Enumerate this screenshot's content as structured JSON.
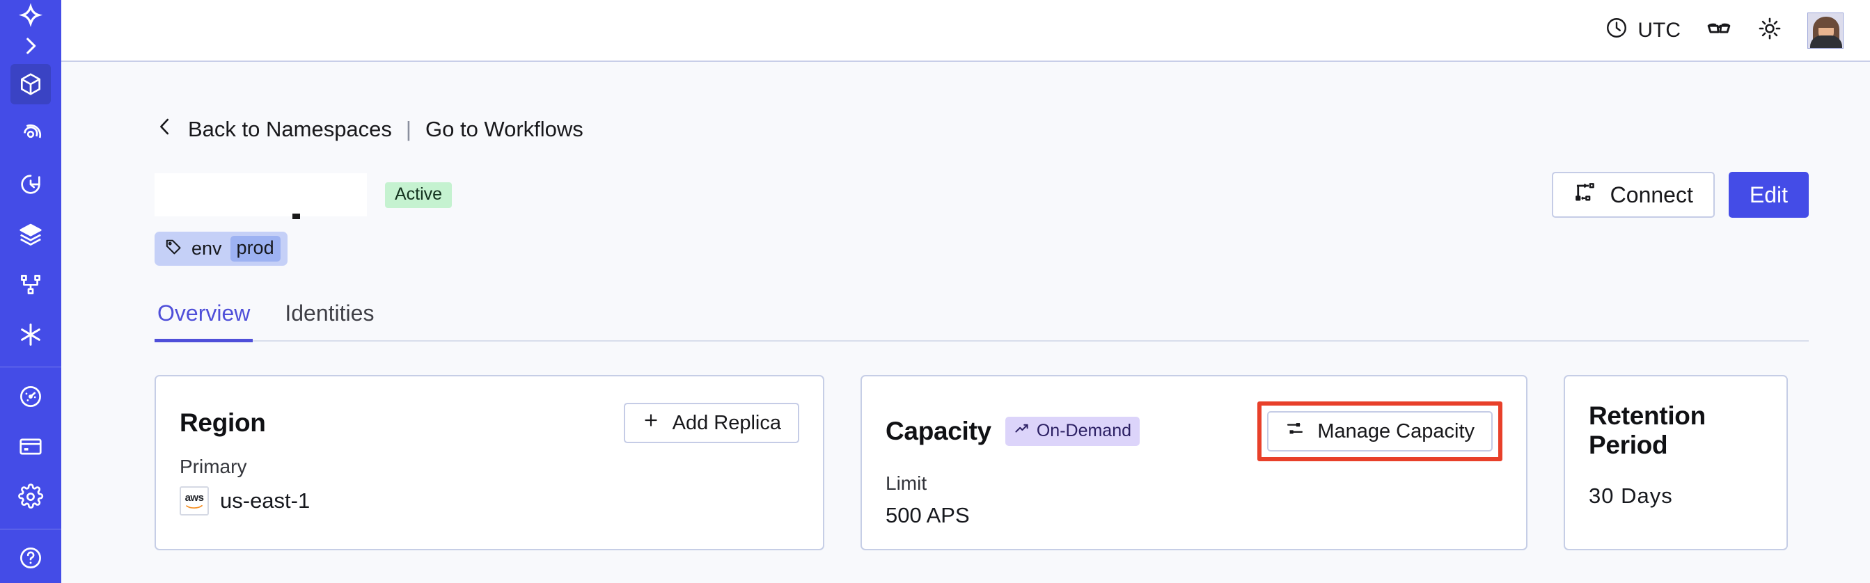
{
  "sidebar": {
    "logo_icon": "temporal-logo-icon",
    "expand_icon": "chevron-right-icon",
    "items": [
      {
        "name": "namespaces",
        "icon": "cube-icon",
        "active": true
      },
      {
        "name": "observability",
        "icon": "eye-spiral-icon",
        "active": false
      },
      {
        "name": "schedules",
        "icon": "clock-arrow-icon",
        "active": false
      },
      {
        "name": "batch-operations",
        "icon": "layers-icon",
        "active": false
      },
      {
        "name": "workflows",
        "icon": "git-branch-icon",
        "active": false
      },
      {
        "name": "nexus",
        "icon": "asterisk-icon",
        "active": false
      }
    ],
    "items_lower": [
      {
        "name": "usage",
        "icon": "gauge-icon",
        "active": false
      },
      {
        "name": "billing",
        "icon": "credit-card-icon",
        "active": false
      },
      {
        "name": "settings",
        "icon": "gear-icon",
        "active": false
      }
    ]
  },
  "topbar": {
    "timezone_label": "UTC",
    "timezone_icon": "clock-icon",
    "glasses_icon": "glasses-icon",
    "theme_icon": "sun-icon",
    "avatar_icon": "user-avatar"
  },
  "breadcrumb": {
    "back_icon": "chevron-left-icon",
    "back_label": "Back to Namespaces",
    "separator": "|",
    "forward_label": "Go to Workflows"
  },
  "header": {
    "namespace_name": "",
    "status_badge": "Active",
    "tag": {
      "icon": "tag-icon",
      "key": "env",
      "value": "prod"
    },
    "connect_label": "Connect",
    "connect_icon": "connect-flow-icon",
    "edit_label": "Edit"
  },
  "tabs": [
    {
      "label": "Overview",
      "active": true
    },
    {
      "label": "Identities",
      "active": false
    }
  ],
  "cards": {
    "region": {
      "title": "Region",
      "action_label": "Add Replica",
      "action_icon": "plus-icon",
      "sublabel": "Primary",
      "provider_icon": "aws-logo-icon",
      "value": "us-east-1"
    },
    "capacity": {
      "title": "Capacity",
      "badge_label": "On-Demand",
      "badge_icon": "trend-up-icon",
      "action_label": "Manage Capacity",
      "action_icon": "sliders-icon",
      "sublabel": "Limit",
      "value": "500 APS",
      "highlighted": true
    },
    "retention": {
      "title": "Retention Period",
      "value": "30  Days"
    }
  },
  "colors": {
    "brand_indigo": "#444CE7",
    "sidebar_active": "#3A43C4",
    "page_bg": "#F8F9FC",
    "card_border": "#C6CEE6",
    "status_active_bg": "#C5F2D0",
    "badge_ondemand_bg": "#DCD4FA",
    "tag_bg": "#C5D0F7",
    "tag_value_bg": "#9DB2F2",
    "annotation_red": "#E8402A",
    "tab_active": "#4F4FD9"
  }
}
